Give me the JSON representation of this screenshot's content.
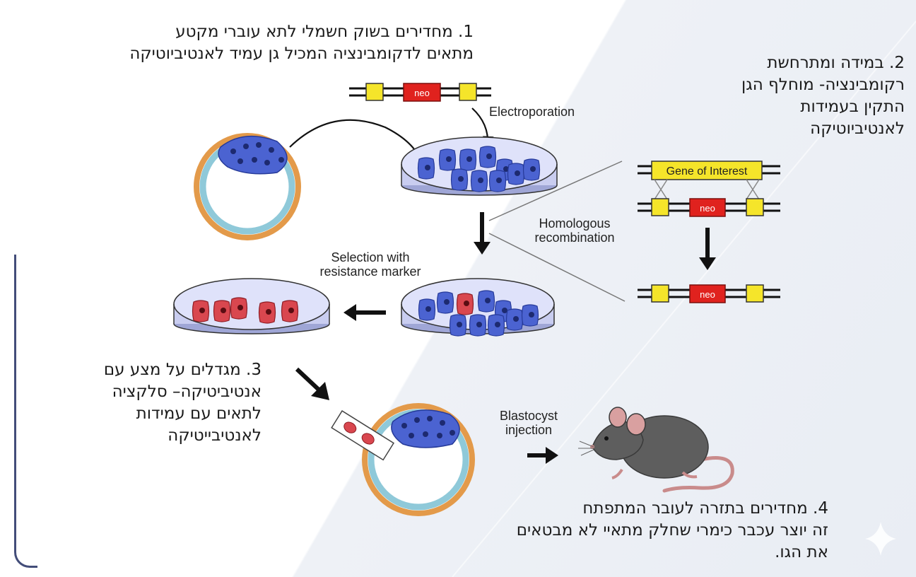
{
  "steps": {
    "step1": [
      "1. מחדירים בשוק חשמלי לתא עוברי מקטע",
      "מתאים לדקומבינציה המכיל גן עמיד לאנטיביוטיקה"
    ],
    "step2": [
      "2. במידה ומתרחשת",
      "רקומבינציה- מוחלף הגן",
      "התקין בעמידות",
      "לאנטיביוטיקה"
    ],
    "step3": [
      "3. מגדלים על מצע עם",
      "אנטיביטיקה– סלקציה",
      "לתאים עם עמידות",
      "לאנטיבייטיקה"
    ],
    "step4": [
      "4. מחדירים בתזרה לעובר המתפתח",
      "זה יוצר עכבר כימרי שחלק מתאיי לא מבטאים",
      "את הגו."
    ]
  },
  "labels": {
    "electroporation": "Electroporation",
    "homologous": [
      "Homologous",
      "recombination"
    ],
    "selection": [
      "Selection with",
      "resistance marker"
    ],
    "blastocyst": [
      "Blastocyst",
      "injection"
    ],
    "gene_of_interest": "Gene of Interest",
    "neo": "neo"
  },
  "colors": {
    "es_cell_blue": "#4b63d1",
    "resistant_cell_red": "#d9474f",
    "dish_fill": "#c9cdf0",
    "blastocyst_ring": "#e39a4a",
    "blastocyst_inner": "#8fc9d9",
    "homology_arm_yellow": "#f5e52a",
    "neo_red": "#e0221e",
    "mouse_gray": "#5e5e5e"
  },
  "icons": [
    "sparkle-icon",
    "down-arrow-icon",
    "left-arrow-icon",
    "right-arrow-icon",
    "diagonal-arrow-icon",
    "curved-arrow-icon"
  ]
}
